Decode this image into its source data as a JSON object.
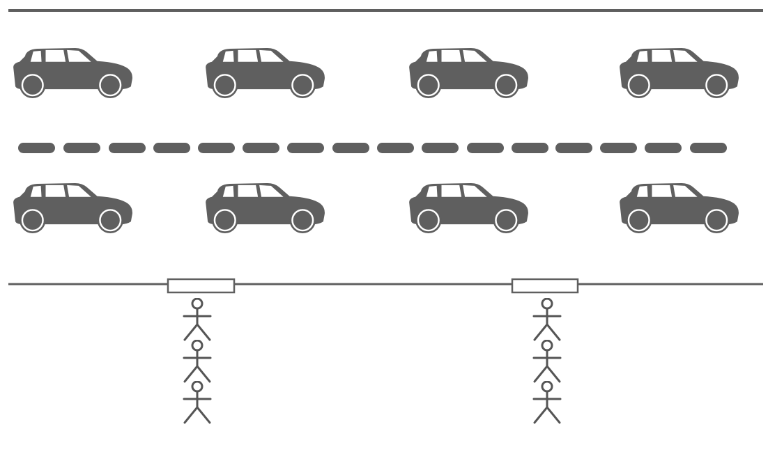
{
  "colors": {
    "road": "#5f5f5f",
    "car": "#5f5f5f",
    "car_window": "#ffffff",
    "pedestrian_stroke": "#555555",
    "background": "#ffffff"
  },
  "icons": {
    "car": "car-icon",
    "pedestrian": "pedestrian-icon",
    "crossing": "crosswalk-signal-box"
  },
  "lanes": [
    {
      "name": "upper-lane",
      "car_count": 4
    },
    {
      "name": "lower-lane",
      "car_count": 4
    }
  ],
  "crossings": [
    {
      "name": "left-crossing",
      "pedestrian_count": 3
    },
    {
      "name": "right-crossing",
      "pedestrian_count": 3
    }
  ]
}
